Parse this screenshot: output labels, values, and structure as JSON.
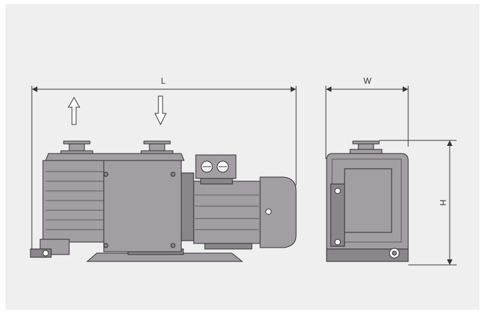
{
  "dimensions": {
    "length_label": "L",
    "width_label": "W",
    "height_label": "H"
  },
  "colors": {
    "background": "#efefef",
    "pump_body": "#a39ea3",
    "pump_dark": "#8a858a",
    "outline": "#2b2b2b",
    "dimension_line": "#333333"
  },
  "icons": {
    "inlet": "arrow-up-icon",
    "outlet": "arrow-down-icon",
    "terminal_box": "terminal-box-icon"
  }
}
